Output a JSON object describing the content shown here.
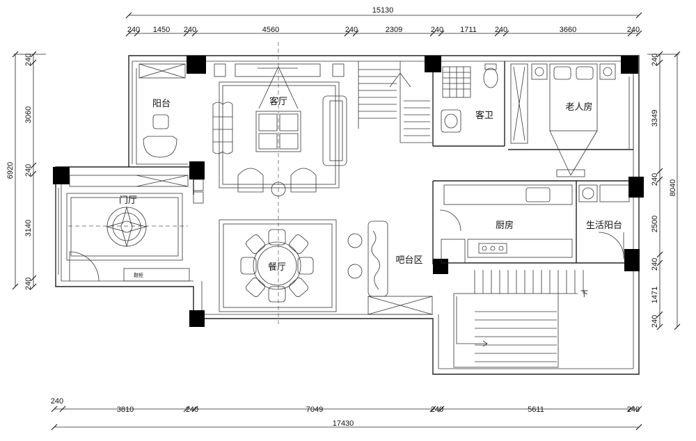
{
  "rooms": {
    "balcony": "阳台",
    "living": "客厅",
    "guest_bath": "客卫",
    "elder_room": "老人房",
    "foyer": "门厅",
    "dining": "餐厅",
    "kitchen": "厨房",
    "utility_balcony": "生活阳台",
    "bar": "吧台区",
    "stair_down": "下"
  },
  "dimensions": {
    "top_total": "15130",
    "top_segments": [
      "240",
      "1450",
      "240",
      "4560",
      "240",
      "2309",
      "240",
      "1711",
      "240",
      "3660",
      "240"
    ],
    "bottom_total": "17430",
    "bottom_segments": [
      "240",
      "3810",
      "240",
      "7049",
      "240",
      "5611",
      "240"
    ],
    "left_total": "6920",
    "left_segments": [
      "240",
      "3060",
      "240",
      "3140",
      "240"
    ],
    "right_total": "8040",
    "right_segments": [
      "240",
      "3349",
      "240",
      "2500",
      "240",
      "1471",
      "240"
    ]
  },
  "misc": {
    "shoe_cabinet_label": "鞋柜"
  }
}
